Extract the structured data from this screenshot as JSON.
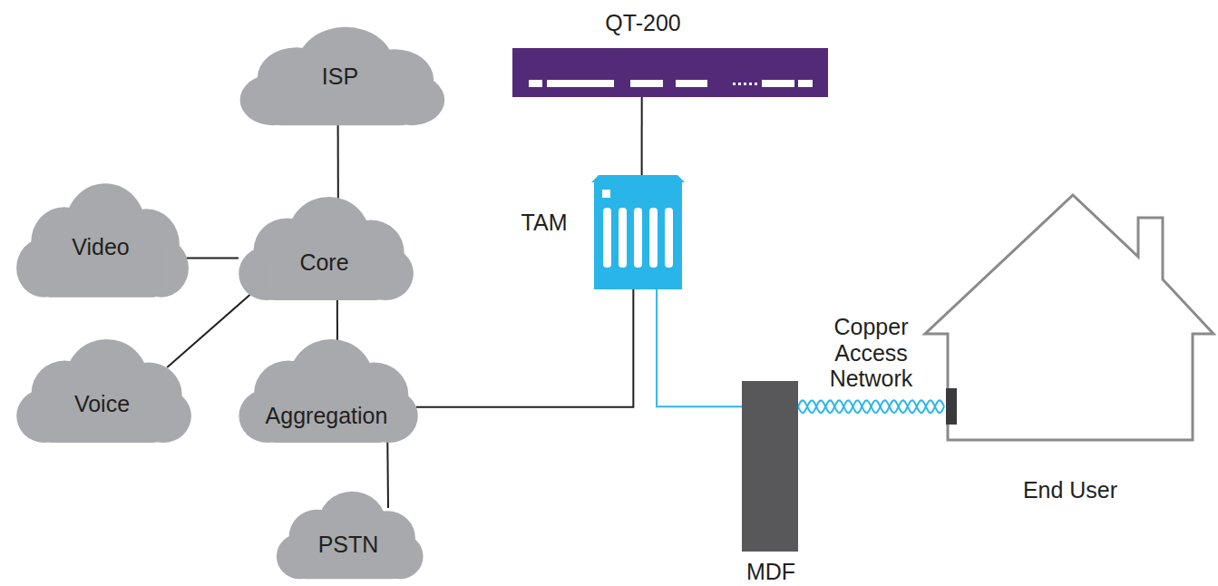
{
  "diagram": {
    "nodes": [
      {
        "text": [
          "QT-200"
        ]
      },
      {
        "text": [
          "ISP"
        ]
      },
      {
        "text": [
          "Video"
        ]
      },
      {
        "text": [
          "Core"
        ]
      },
      {
        "text": [
          "TAM"
        ]
      },
      {
        "text": [
          "Voice"
        ]
      },
      {
        "text": [
          "Aggregation"
        ]
      },
      {
        "text": [
          "MDF"
        ]
      },
      {
        "text": [
          "End User"
        ]
      },
      {
        "text": [
          "PSTN"
        ]
      }
    ],
    "edges": [
      {
        "from": 1,
        "to": 3,
        "arrow": "none"
      },
      {
        "from": 2,
        "to": 3,
        "arrow": "none"
      },
      {
        "from": 5,
        "to": 3,
        "arrow": "none"
      },
      {
        "from": 3,
        "to": 6,
        "arrow": "none"
      },
      {
        "from": 6,
        "to": 9,
        "arrow": "none"
      },
      {
        "from": 0,
        "to": 4,
        "arrow": "none"
      },
      {
        "from": 6,
        "to": 4,
        "arrow": "none"
      },
      {
        "from": 4,
        "to": 7,
        "arrow": "none"
      },
      {
        "from": 7,
        "to": 8,
        "label": "Copper Access Network",
        "arrow": "none"
      }
    ]
  }
}
